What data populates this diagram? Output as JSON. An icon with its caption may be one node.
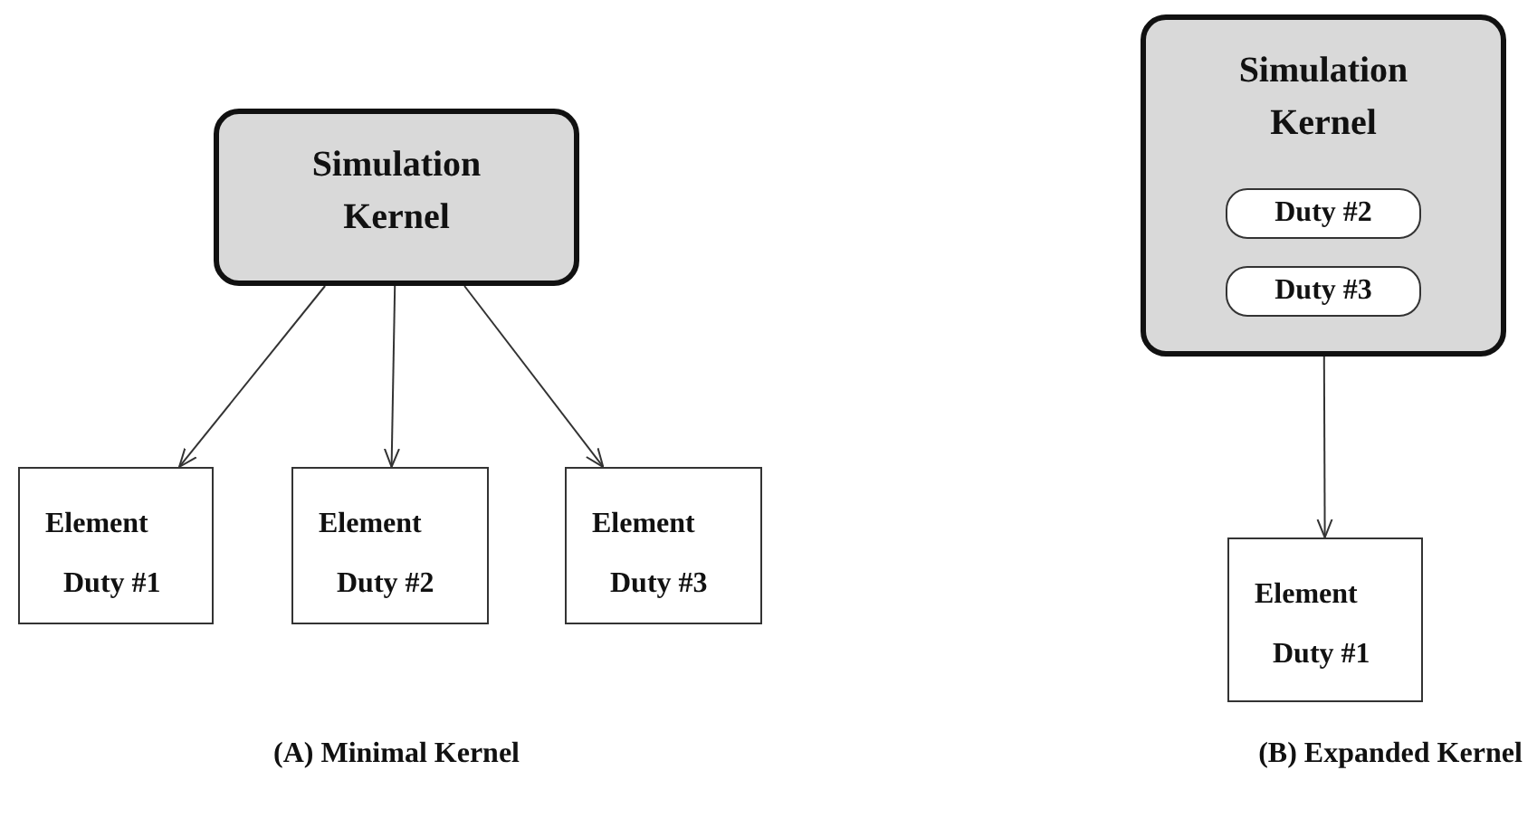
{
  "diagram": {
    "nodes": [
      {
        "text": [
          "Simulation Kernel"
        ]
      },
      {
        "text": [
          "Element",
          "Duty #1"
        ]
      },
      {
        "text": [
          "Element",
          "Duty #2"
        ]
      },
      {
        "text": [
          "Element",
          "Duty #3"
        ]
      },
      {
        "text": [
          "Simulation Kernel"
        ]
      },
      {
        "text": [
          "Duty #2"
        ],
        "in": 4
      },
      {
        "text": [
          "Duty #3"
        ],
        "in": 4
      },
      {
        "text": [
          "Element",
          "Duty #1"
        ]
      }
    ],
    "edges": [
      {
        "from": 0,
        "to": 1,
        "arrow": "to"
      },
      {
        "from": 0,
        "to": 2,
        "arrow": "to"
      },
      {
        "from": 0,
        "to": 3,
        "arrow": "to"
      },
      {
        "from": 4,
        "to": 7,
        "arrow": "to"
      }
    ],
    "labels": [
      "(A) Minimal Kernel",
      "(B) Expanded Kernel"
    ]
  }
}
